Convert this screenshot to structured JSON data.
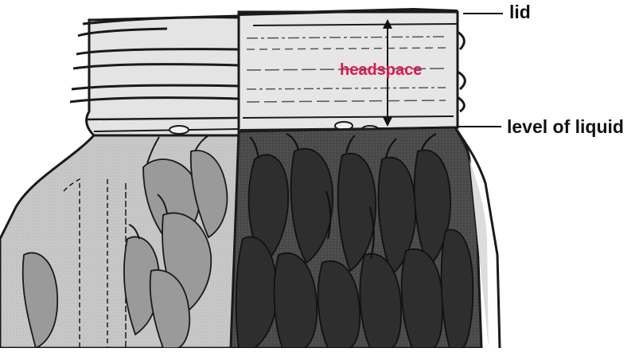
{
  "labels": {
    "lid": "lid",
    "headspace": "headspace",
    "level_of_liquid": "level of liquid"
  },
  "colors": {
    "headspace_label": "#e0174f",
    "label_text": "#111111",
    "liquid_dark": "#3d3d3d",
    "liquid_mid": "#5c5c5c",
    "jar_glass": "#cfcfcf",
    "outline": "#1a1a1a"
  },
  "illustration": {
    "left_jar_icon": "mason-jar-with-beans",
    "right_jar_icon": "mason-jar-with-beans-cutaway"
  }
}
